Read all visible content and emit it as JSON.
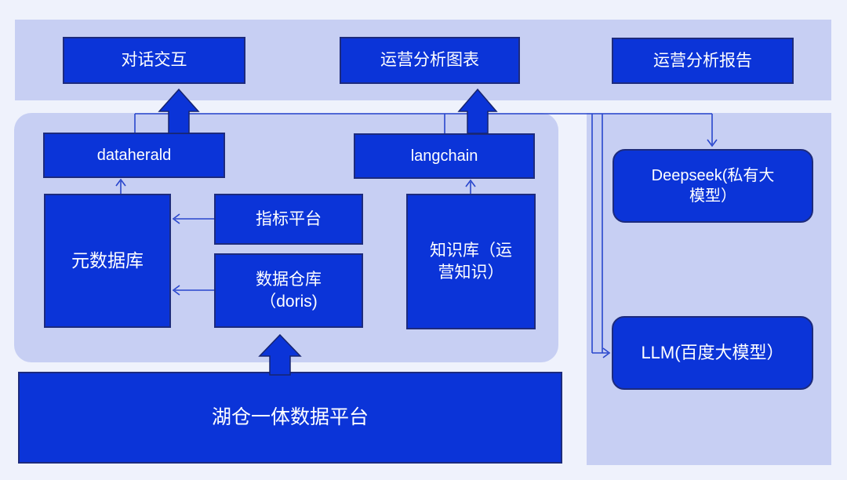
{
  "colors": {
    "page_bg": "#eff2fc",
    "panel_bg": "#c7cff3",
    "node_blue": "#0b34d8",
    "node_border": "#1d2b7d",
    "connector_blue": "#2946cc",
    "text_white": "#ffffff"
  },
  "top_bar": {
    "dialogue": "对话交互",
    "analysis_charts": "运营分析图表",
    "analysis_report": "运营分析报告"
  },
  "pipeline": {
    "dataherald": "dataherald",
    "langchain": "langchain",
    "metadata_db": "元数据库",
    "metrics_platform": "指标平台",
    "data_warehouse_line1": "数据仓库",
    "data_warehouse_line2": "（doris)",
    "knowledge_base_line1": "知识库（运",
    "knowledge_base_line2": "营知识）"
  },
  "models": {
    "deepseek_line1": "Deepseek(私有大",
    "deepseek_line2": "模型）",
    "llm": "LLM(百度大模型）"
  },
  "foundation": {
    "label": "湖仓一体数据平台"
  }
}
